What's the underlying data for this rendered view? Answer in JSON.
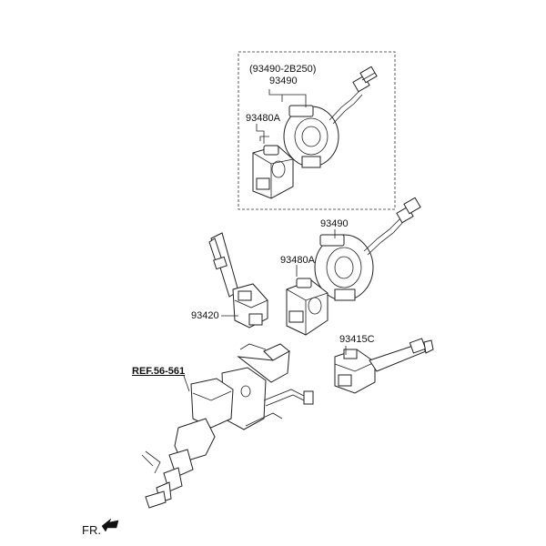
{
  "labels": {
    "kit_alt": "(93490-2B250)",
    "kit_part": "93490",
    "kit_sub": "93480A",
    "clock_spring": "93490",
    "multifunction": "93480A",
    "light_switch": "93420",
    "wiper_switch": "93415C",
    "reference": "REF.56-561",
    "front": "FR."
  }
}
